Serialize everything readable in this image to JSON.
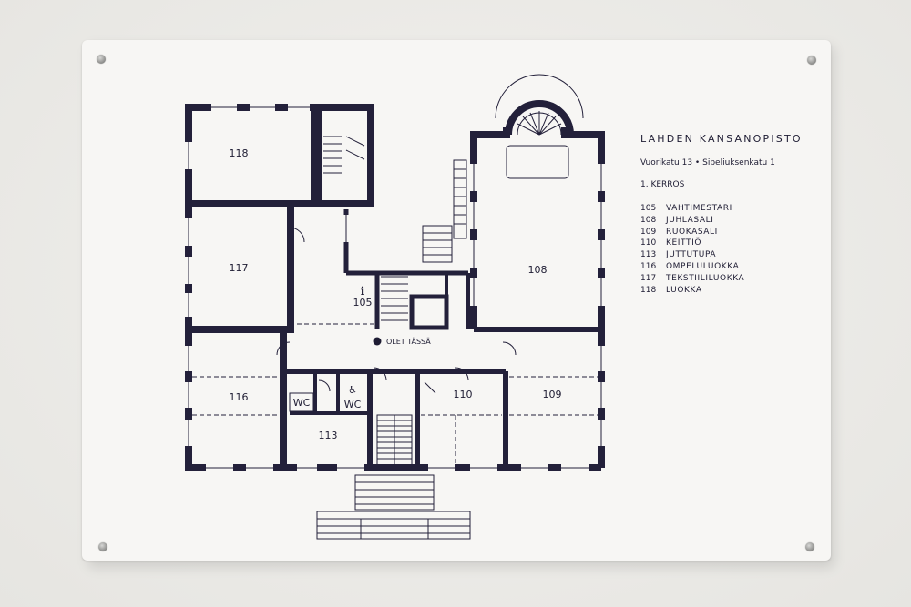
{
  "sign": {
    "title": "LAHDEN KANSANOPISTO",
    "address": "Vuorikatu 13 • Sibeliuksenkatu 1",
    "floor": "1. KERROS"
  },
  "legend": [
    {
      "number": "105",
      "name": "VAHTIMESTARI"
    },
    {
      "number": "108",
      "name": "JUHLASALI"
    },
    {
      "number": "109",
      "name": "RUOKASALI"
    },
    {
      "number": "110",
      "name": "KEITTIÖ"
    },
    {
      "number": "113",
      "name": "JUTTUTUPA"
    },
    {
      "number": "116",
      "name": "OMPELULUOKKA"
    },
    {
      "number": "117",
      "name": "TEKSTIILILUOKKA"
    },
    {
      "number": "118",
      "name": "LUOKKA"
    }
  ],
  "plan": {
    "rooms": {
      "r118": "118",
      "r117": "117",
      "r116": "116",
      "r113": "113",
      "r110": "110",
      "r109": "109",
      "r108": "108",
      "r105": "105"
    },
    "wc1": "WC",
    "wc2": "WC",
    "info_symbol": "i",
    "accessible_symbol": "♿",
    "you_are_here": "OLET TÄSSÄ"
  },
  "colors": {
    "wall": "#23203a",
    "sign": "#f7f6f4",
    "text": "#1e1c33"
  }
}
